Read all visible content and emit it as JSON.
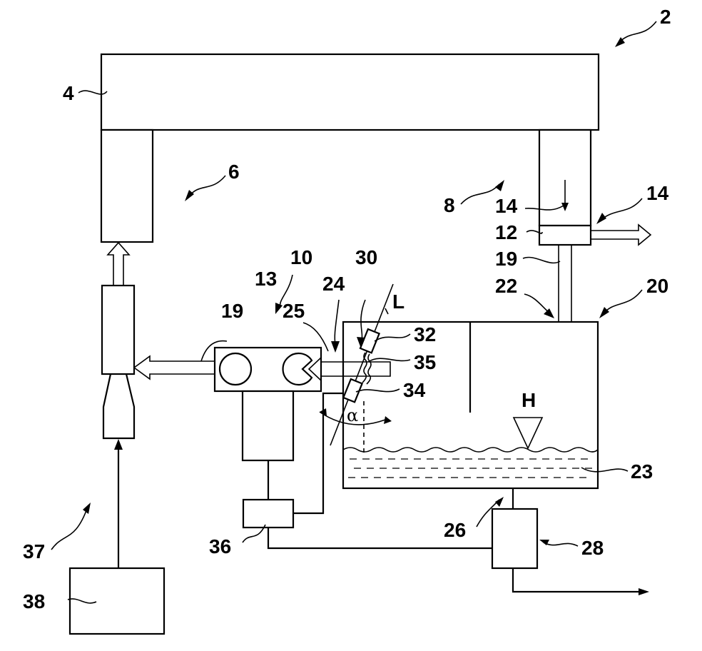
{
  "labels": {
    "l2": "2",
    "l4": "4",
    "l6": "6",
    "l8": "8",
    "l10": "10",
    "l12": "12",
    "l13": "13",
    "l14a": "14",
    "l14b": "14",
    "l19a": "19",
    "l19b": "19",
    "l20": "20",
    "l22": "22",
    "l23": "23",
    "l24": "24",
    "l25": "25",
    "l26": "26",
    "l28": "28",
    "l30": "30",
    "l32": "32",
    "l34": "34",
    "l35": "35",
    "l36": "36",
    "l37": "37",
    "l38": "38",
    "lL": "L",
    "lH": "H",
    "lAlpha": "α"
  }
}
